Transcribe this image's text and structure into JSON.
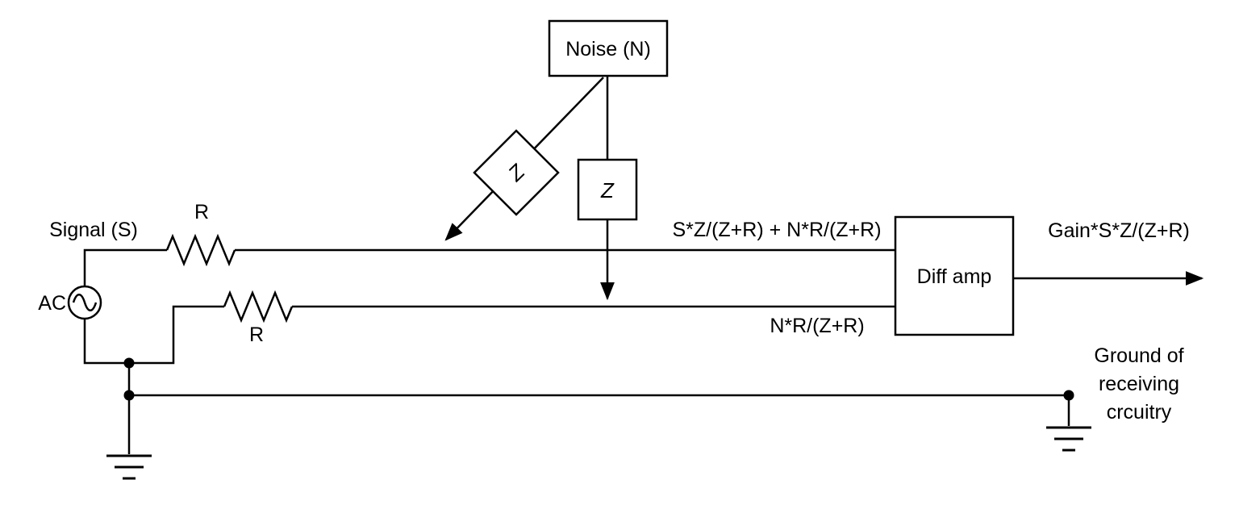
{
  "diagram": {
    "noise": {
      "label": "Noise (N)"
    },
    "signal": {
      "label": "Signal (S)"
    },
    "ac_source": {
      "label": "AC"
    },
    "resistor_top": {
      "label": "R"
    },
    "resistor_bottom": {
      "label": "R"
    },
    "impedance_diagonal": {
      "label": "Z"
    },
    "impedance_vertical": {
      "label": "Z"
    },
    "top_wire": {
      "formula": "S*Z/(Z+R) + N*R/(Z+R)"
    },
    "bottom_wire": {
      "formula": "N*R/(Z+R)"
    },
    "diff_amp": {
      "label": "Diff amp"
    },
    "output": {
      "formula": "Gain*S*Z/(Z+R)"
    },
    "ground": {
      "lines": [
        "Ground of",
        "receiving",
        "crcuitry"
      ]
    },
    "colors": {
      "stroke": "#000000",
      "background": "#ffffff"
    }
  }
}
